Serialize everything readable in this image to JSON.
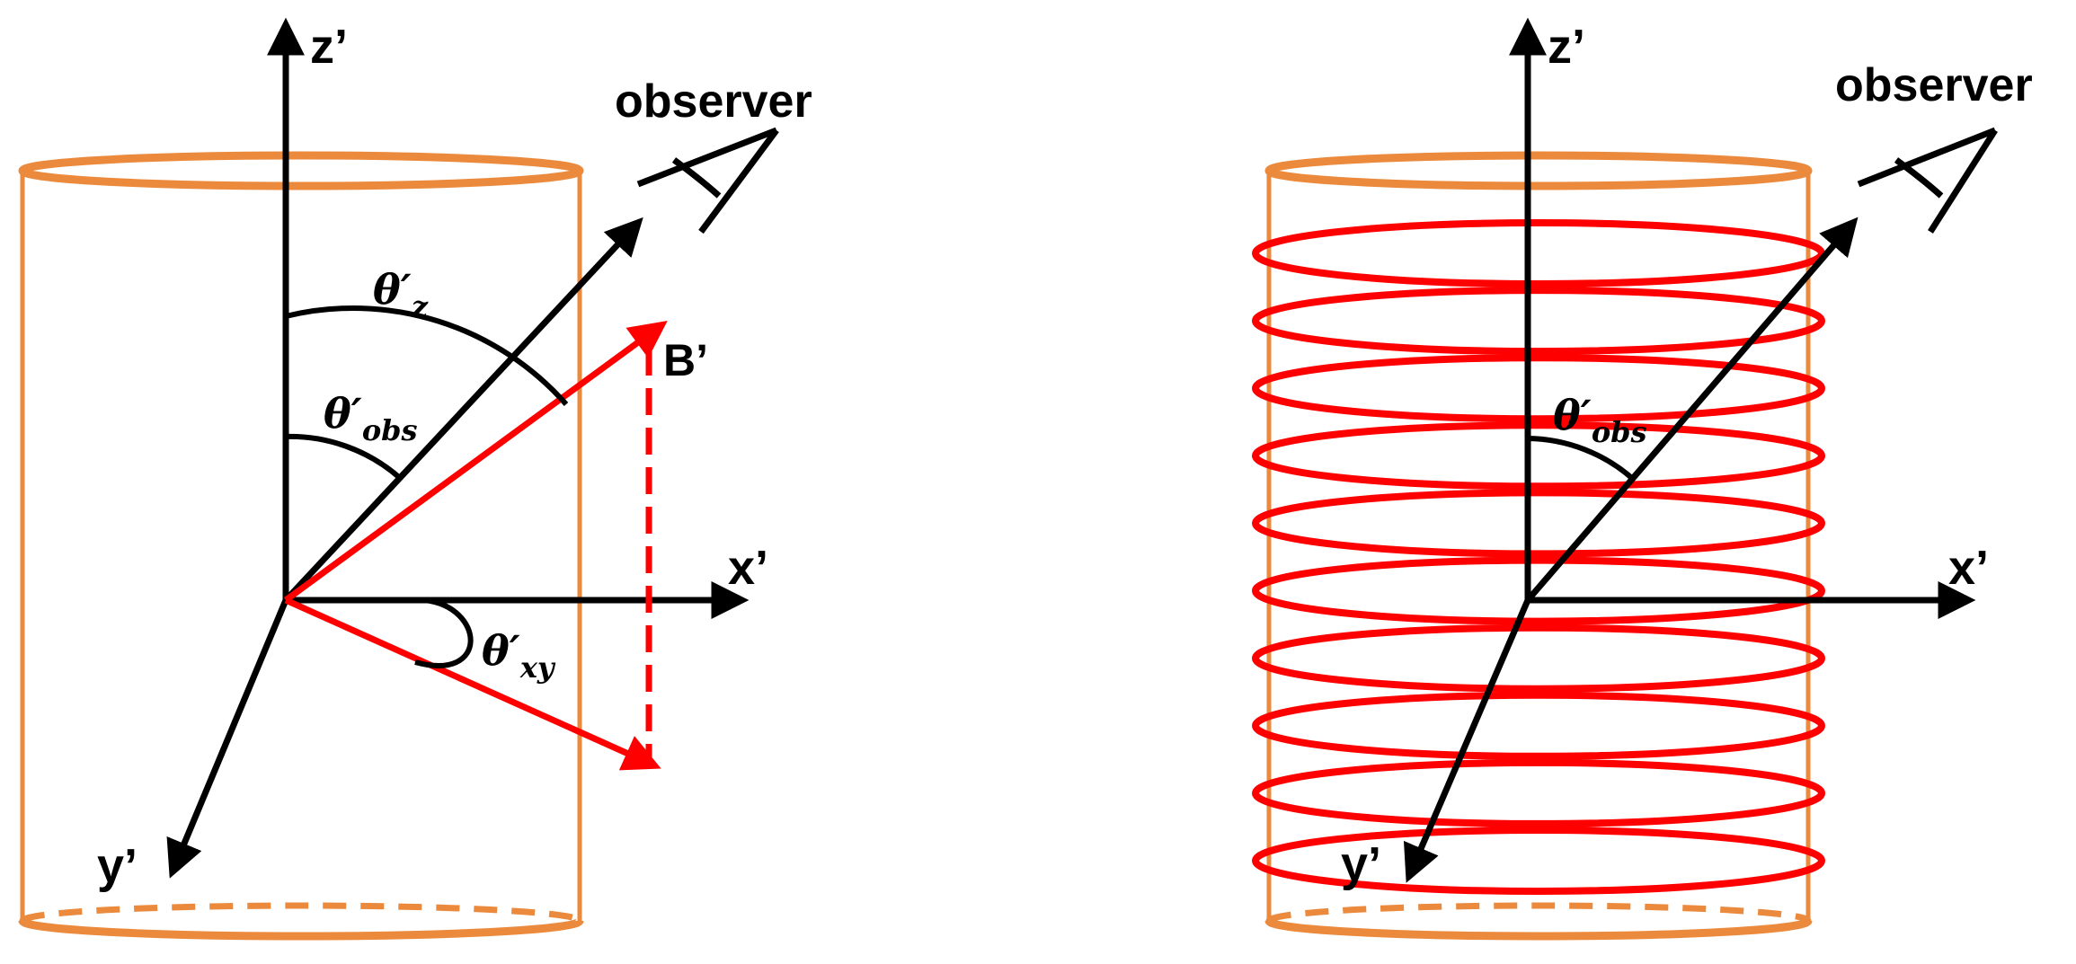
{
  "colors": {
    "cylinder": "#EB8A3D",
    "field": "#FF0000",
    "axis": "#000000",
    "background": "#FFFFFF"
  },
  "icons": [
    "eye-icon"
  ],
  "left_panel": {
    "z_axis_label": "z’",
    "x_axis_label": "x’",
    "y_axis_label": "y’",
    "observer_label": "observer",
    "field_label": "B’",
    "theta_symbol": "θ′",
    "theta_z_subscript": "z",
    "theta_obs_subscript": "obs",
    "theta_xy_subscript": "xy"
  },
  "right_panel": {
    "z_axis_label": "z’",
    "x_axis_label": "x’",
    "y_axis_label": "y’",
    "observer_label": "observer",
    "theta_symbol": "θ′",
    "theta_obs_subscript": "obs",
    "field_loop_count": 10
  }
}
